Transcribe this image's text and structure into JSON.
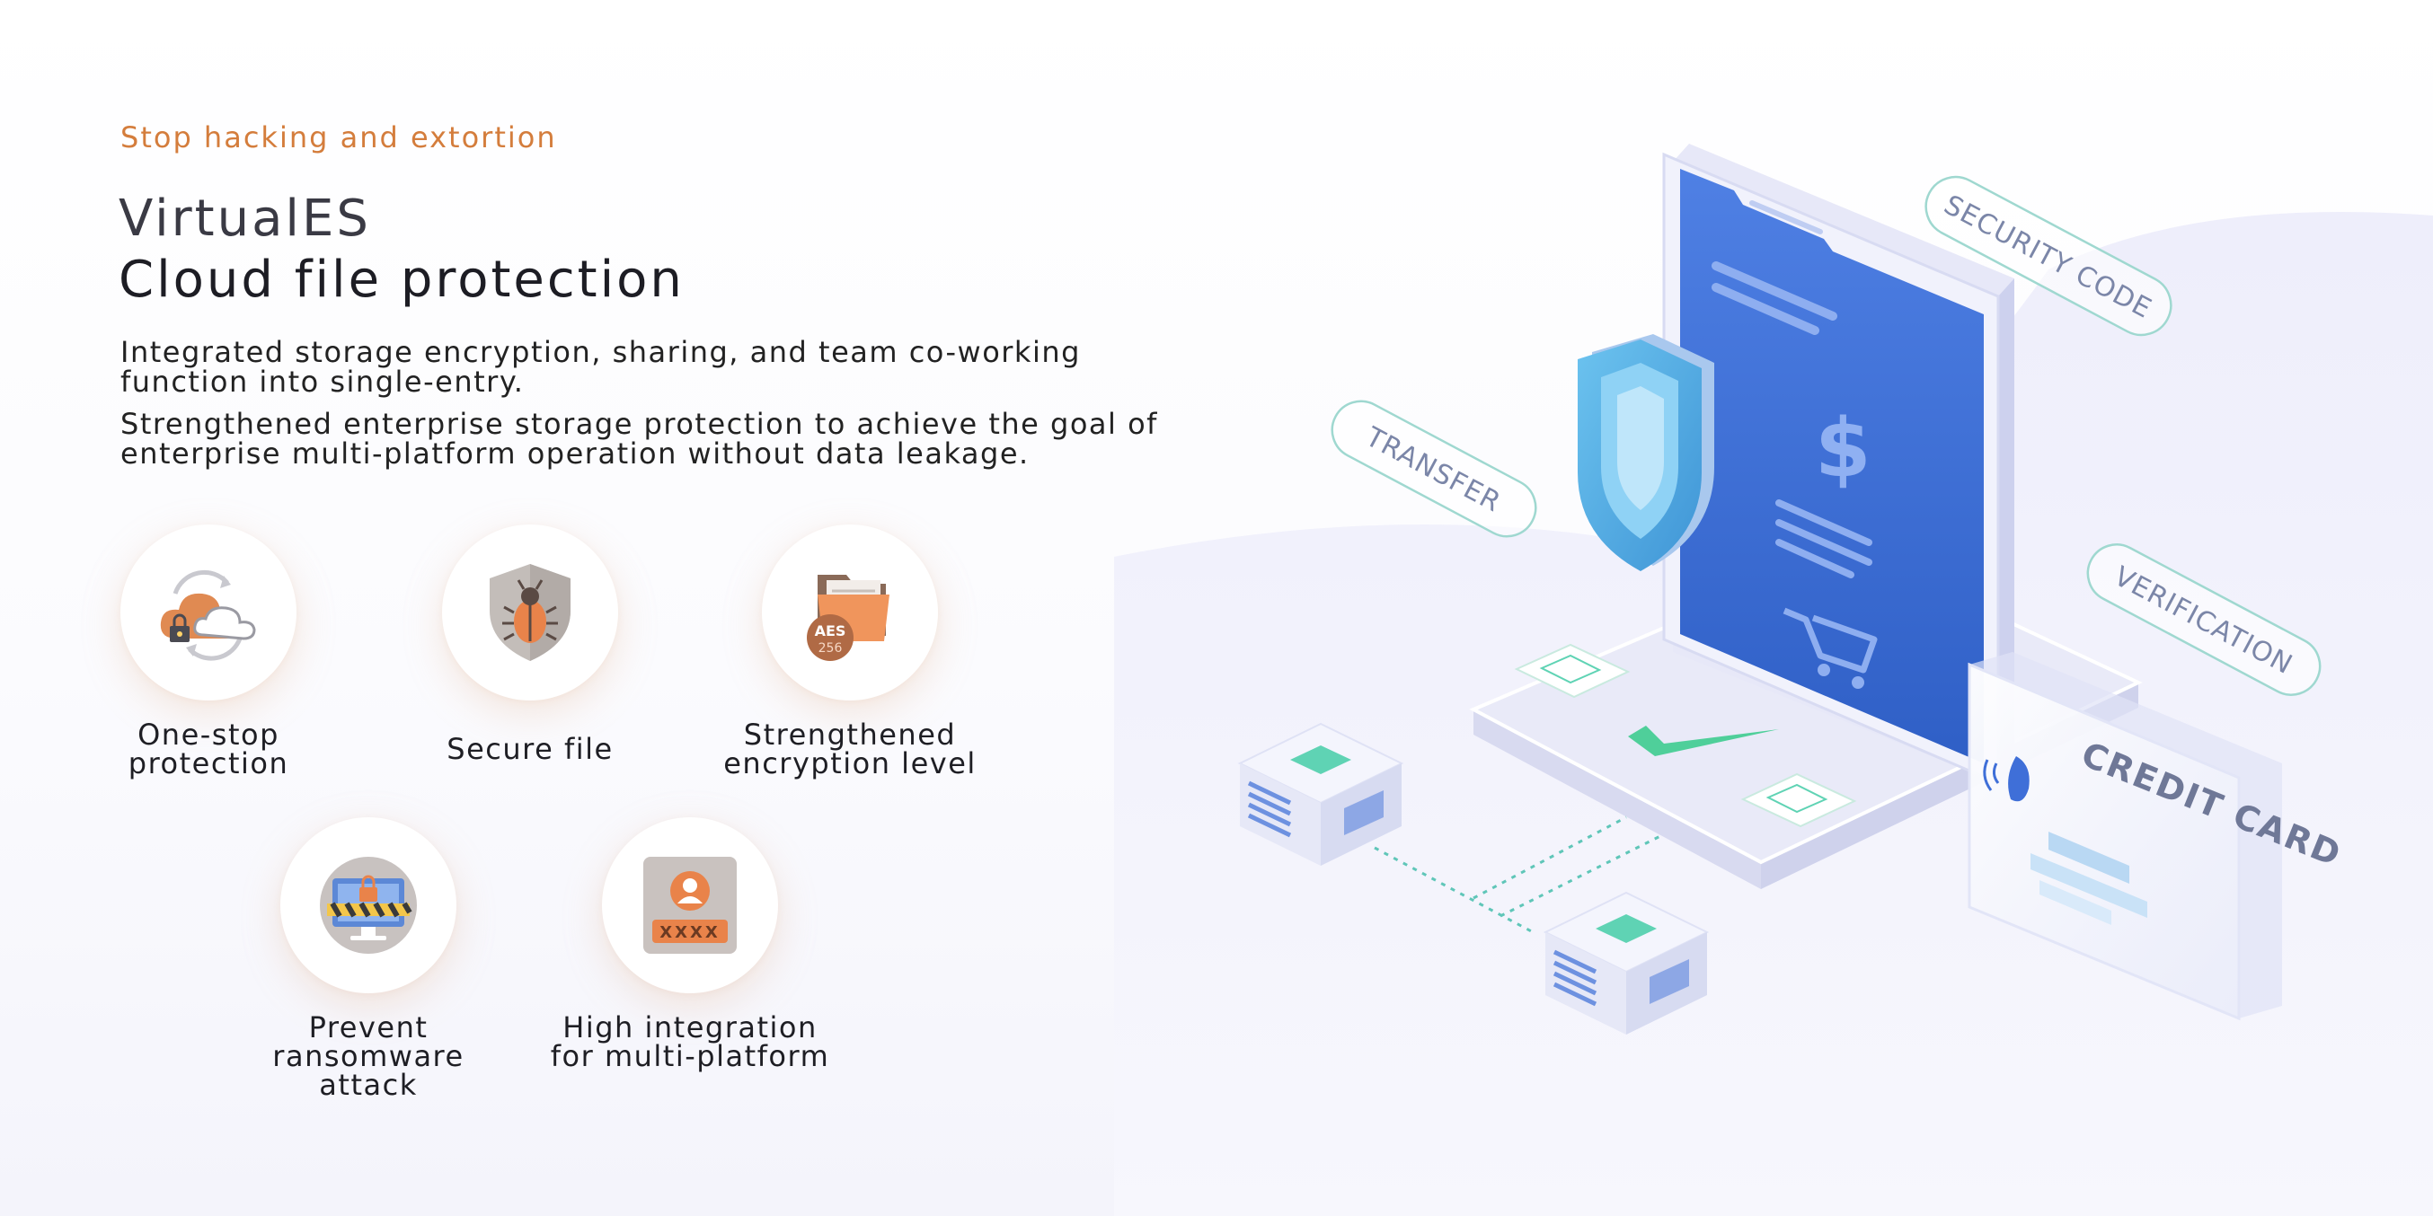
{
  "hero": {
    "eyebrow": "Stop hacking and extortion",
    "title_line1": "VirtualES",
    "title_line2": "Cloud file protection",
    "description_1": "Integrated storage encryption, sharing, and team co-working function into single-entry.",
    "description_2": "Strengthened enterprise storage protection to achieve the goal of enterprise multi-platform operation without data leakage."
  },
  "features": [
    {
      "label": "One-stop\nprotection",
      "icon": "cloud-lock-icon"
    },
    {
      "label": "Secure file",
      "icon": "bug-shield-icon"
    },
    {
      "label": "Strengthened\nencryption level",
      "icon": "aes-folder-icon",
      "badge_top": "AES",
      "badge_bottom": "256"
    },
    {
      "label": "Prevent\nransomware attack",
      "icon": "barricade-monitor-icon"
    },
    {
      "label": "High integration\nfor multi-platform",
      "icon": "user-password-icon",
      "mask": "XXXX"
    }
  ],
  "illustration": {
    "labels": {
      "security_code": "SECURITY CODE",
      "transfer": "TRANSFER",
      "verification": "VERIFICATION",
      "credit_card": "CREDIT CARD",
      "currency": "$"
    },
    "colors": {
      "phone_screen": "#3f6fd8",
      "shield": "#5fb7e8",
      "check": "#4fcf9a",
      "chip": "#5fd3b4",
      "accent_orange": "#e9834a"
    }
  }
}
